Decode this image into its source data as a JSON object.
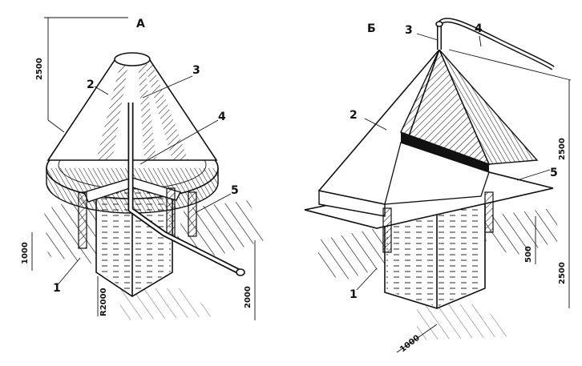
{
  "diagram_a": {
    "title": "А",
    "callouts": [
      "1",
      "2",
      "3",
      "4",
      "5"
    ],
    "dimensions": {
      "height": "2500",
      "depth": "1000",
      "radius": "R2000",
      "pipe_depth": "2000"
    }
  },
  "diagram_b": {
    "title": "Б",
    "callouts": [
      "1",
      "2",
      "3",
      "4",
      "5"
    ],
    "dimensions": {
      "height": "2500",
      "lower": "2500",
      "mid": "500",
      "width": "1000"
    }
  }
}
